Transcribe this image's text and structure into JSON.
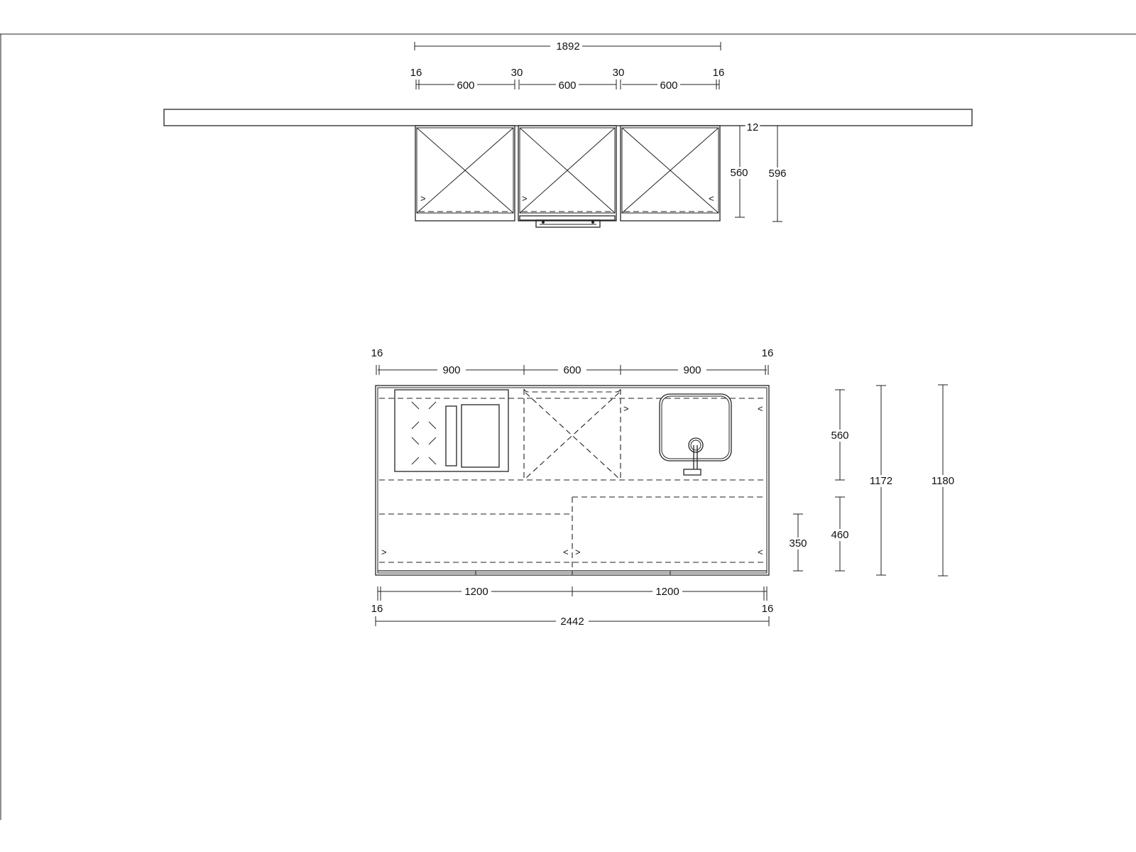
{
  "upper": {
    "dims": {
      "overall": "1892",
      "gap_left": "16",
      "gap_mid_1": "30",
      "gap_mid_2": "30",
      "gap_right": "16",
      "cab_1": "600",
      "cab_2": "600",
      "cab_3": "600",
      "thickness": "12",
      "cab_height": "560",
      "total_height": "596"
    },
    "marks": {
      "cab_1": ">",
      "cab_2": ">",
      "cab_3": "<"
    }
  },
  "plan": {
    "dims": {
      "gap_top_left": "16",
      "gap_top_right": "16",
      "top_1": "900",
      "top_2": "600",
      "top_3": "900",
      "bottom_1": "1200",
      "bottom_2": "1200",
      "gap_bottom_left": "16",
      "gap_bottom_right": "16",
      "overall": "2442",
      "upper_depth": "560",
      "lower_depth": "460",
      "lower_left_depth": "350",
      "inner_depth": "1172",
      "total_depth": "1180"
    },
    "marks": {
      "mid_cab": ">",
      "right_cab": "<",
      "lower_left": ">",
      "lower_center_left": "<",
      "lower_center_right": ">",
      "lower_right": "<"
    }
  }
}
